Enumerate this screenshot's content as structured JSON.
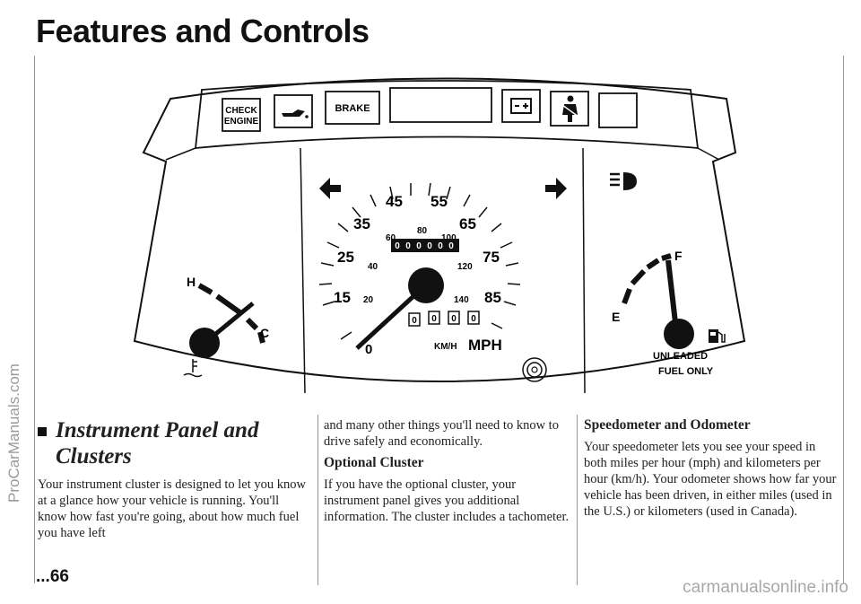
{
  "page": {
    "heading": "Features and Controls",
    "page_number": "...66",
    "watermark_side": "ProCarManuals.com",
    "watermark_bottom": "carmanualsonline.info"
  },
  "figure": {
    "warning_lights": {
      "check_engine_line1": "CHECK",
      "check_engine_line2": "ENGINE",
      "brake": "BRAKE"
    },
    "speedometer": {
      "mph_labels": [
        "0",
        "15",
        "25",
        "35",
        "45",
        "55",
        "65",
        "75",
        "85"
      ],
      "kmh_labels": [
        "20",
        "40",
        "60",
        "80",
        "100",
        "120",
        "140"
      ],
      "odometer_digits": [
        "0",
        "0",
        "0",
        "0",
        "0",
        "0"
      ],
      "trip_digits": [
        "0",
        "0",
        "0",
        "0"
      ],
      "unit_kmh": "KM/H",
      "unit_mph": "MPH"
    },
    "temp_gauge": {
      "hot": "H",
      "cold": "C"
    },
    "fuel_gauge": {
      "full": "F",
      "empty": "E",
      "label_line1": "UNLEADED",
      "label_line2": "FUEL ONLY"
    }
  },
  "col1": {
    "title_line1": "Instrument Panel and",
    "title_line2": "Clusters",
    "body": "Your instrument cluster is designed to let you know at a glance how your vehicle is running. You'll know how fast you're going, about how much fuel you have left"
  },
  "col2": {
    "body": "and many other things you'll need to know to drive safely and economically.",
    "subhead": "Optional Cluster",
    "body2": "If you have the optional cluster, your instrument panel gives you additional information. The cluster includes a tachometer."
  },
  "col3": {
    "subhead": "Speedometer and Odometer",
    "body": "Your speedometer lets you see your speed in both miles per hour (mph) and kilometers per hour (km/h). Your odometer shows how far your vehicle has been driven, in either miles (used in the U.S.) or kilometers (used in Canada)."
  }
}
